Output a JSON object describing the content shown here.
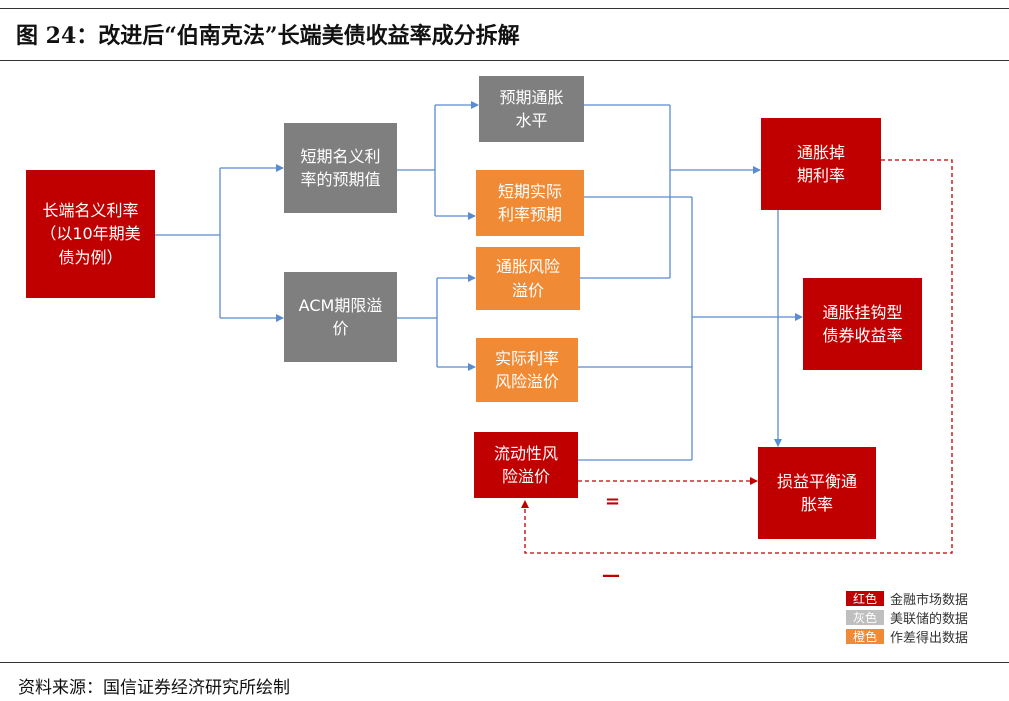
{
  "title": "图 24：改进后“伯南克法”长端美债收益率成分拆解",
  "source": "资料来源：国信证券经济研究所绘制",
  "colors": {
    "red": "#c00000",
    "gray": "#7f7f7f",
    "orange": "#f08a34",
    "line": "#5b8bd0"
  },
  "nodes": {
    "long_rate": "长端名义利率\n（以10年期美\n债为例）",
    "short_expect": "短期名义利\n率的预期值",
    "acm": "ACM期限溢\n价",
    "exp_infl": "预期通胀\n水平",
    "short_real": "短期实际\n利率预期",
    "infl_risk": "通胀风险\n溢价",
    "real_risk": "实际利率\n风险溢价",
    "liquidity": "流动性风\n险溢价",
    "infl_adj": "通胀掉\n期利率",
    "tips": "通胀挂钩型\n债券收益率",
    "breakeven": "损益平衡通\n胀率"
  },
  "symbols": {
    "equals": "=",
    "minus": "—"
  },
  "legend": [
    {
      "swatch": "红色",
      "label": "金融市场数据",
      "color": "#c00000"
    },
    {
      "swatch": "灰色",
      "label": "美联储的数据",
      "color": "#bfbfbf"
    },
    {
      "swatch": "橙色",
      "label": "作差得出数据",
      "color": "#f08a34"
    }
  ]
}
